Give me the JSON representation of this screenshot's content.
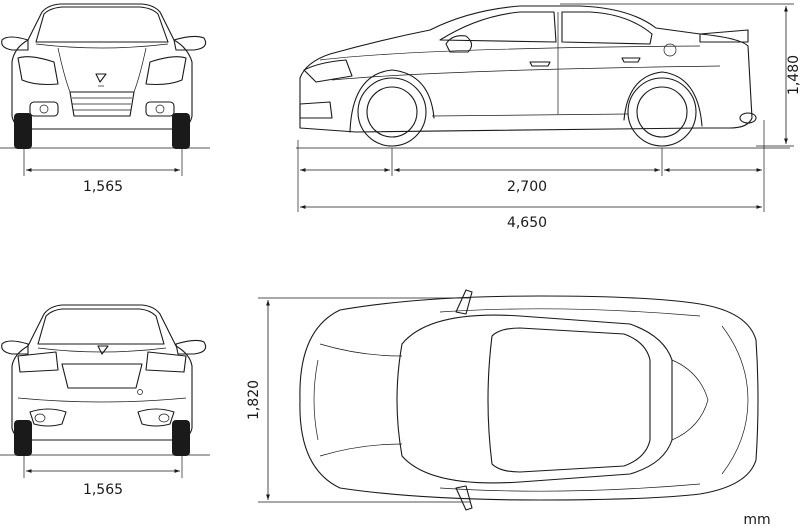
{
  "dimensions": {
    "front_track": "1,565",
    "rear_track": "1,565",
    "wheelbase": "2,700",
    "overall_length": "4,650",
    "overall_height": "1,480",
    "overall_width": "1,820",
    "unit": "mm"
  }
}
